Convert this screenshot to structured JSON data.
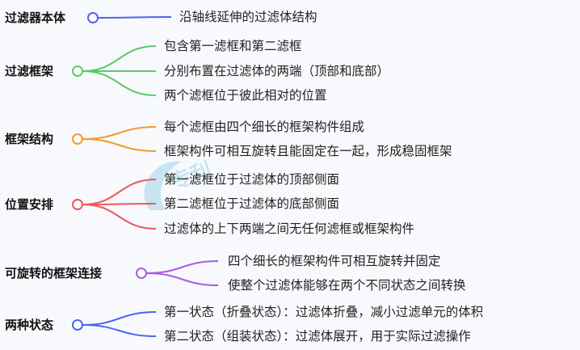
{
  "mindmap": {
    "branches": [
      {
        "label": "过滤器本体",
        "color": "#4f63f0",
        "children": [
          "沿轴线延伸的过滤体结构"
        ]
      },
      {
        "label": "过滤框架",
        "color": "#5acb68",
        "children": [
          "包含第一滤框和第二滤框",
          "分别布置在过滤体的两端（顶部和底部）",
          "两个滤框位于彼此相对的位置"
        ]
      },
      {
        "label": "框架结构",
        "color": "#f29a2c",
        "children": [
          "每个滤框由四个细长的框架构件组成",
          "框架构件可相互旋转且能固定在一起，形成稳固框架"
        ]
      },
      {
        "label": "位置安排",
        "color": "#ec5661",
        "children": [
          "第一滤框位于过滤体的顶部侧面",
          "第二滤框位于过滤体的底部侧面",
          "过滤体的上下两端之间无任何滤框或框架构件"
        ]
      },
      {
        "label": "可旋转的框架连接",
        "color": "#a55ee0",
        "children": [
          "四个细长的框架构件可相互旋转并固定",
          "使整个过滤体能够在两个不同状态之间转换"
        ]
      },
      {
        "label": "两种状态",
        "color": "#4a66f5",
        "children": [
          "第一状态（折叠状态）：过滤体折叠，减小过滤单元的体积",
          "第二状态（组装状态）：过滤体展开，用于实际过滤操作"
        ]
      }
    ]
  }
}
